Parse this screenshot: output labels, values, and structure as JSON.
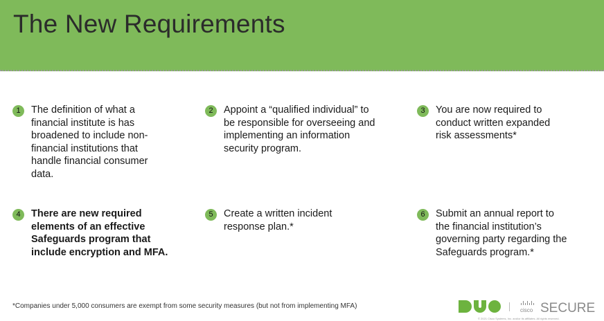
{
  "header": {
    "title": "The New Requirements"
  },
  "items": [
    {
      "number": "1",
      "text": "The definition of what a financial institute is has broadened to include non-financial institutions that handle financial consumer data.",
      "bold": false
    },
    {
      "number": "2",
      "text": "Appoint a “qualified individual” to be responsible for overseeing and implementing an information security program.",
      "bold": false
    },
    {
      "number": "3",
      "text": "You are now required to conduct written expanded risk assessments*",
      "bold": false
    },
    {
      "number": "4",
      "text": "There are new required elements of an effective Safeguards program that include encryption and MFA.",
      "bold": true
    },
    {
      "number": "5",
      "text": "Create a written incident response plan.*",
      "bold": false
    },
    {
      "number": "6",
      "text": "Submit an annual report to the financial institution’s governing party regarding the Safeguards program.*",
      "bold": false
    }
  ],
  "footer": {
    "note": "*Companies under 5,000 consumers are exempt from some security measures (but not from implementing MFA)",
    "logo": {
      "duo": "DUO",
      "cisco": "cisco",
      "secure": "SECURE"
    },
    "copyright": "© 2021 Cisco Systems, Inc. and/or its affiliates. All rights reserved."
  },
  "colors": {
    "accent": "#7fba5a",
    "logo_green": "#6db33f",
    "logo_gray": "#8a8a8a"
  }
}
